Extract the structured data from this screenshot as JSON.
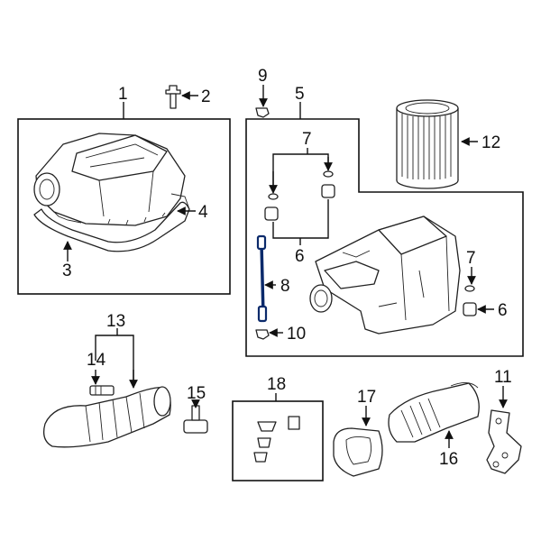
{
  "callouts": [
    {
      "id": "c1",
      "text": "1"
    },
    {
      "id": "c2",
      "text": "2"
    },
    {
      "id": "c3",
      "text": "3"
    },
    {
      "id": "c4",
      "text": "4"
    },
    {
      "id": "c5",
      "text": "5"
    },
    {
      "id": "c6a",
      "text": "6"
    },
    {
      "id": "c6b",
      "text": "6"
    },
    {
      "id": "c7a",
      "text": "7"
    },
    {
      "id": "c7b",
      "text": "7"
    },
    {
      "id": "c8",
      "text": "8"
    },
    {
      "id": "c9",
      "text": "9"
    },
    {
      "id": "c10",
      "text": "10"
    },
    {
      "id": "c11",
      "text": "11"
    },
    {
      "id": "c12",
      "text": "12"
    },
    {
      "id": "c13",
      "text": "13"
    },
    {
      "id": "c14",
      "text": "14"
    },
    {
      "id": "c15",
      "text": "15"
    },
    {
      "id": "c16",
      "text": "16"
    },
    {
      "id": "c17",
      "text": "17"
    },
    {
      "id": "c18",
      "text": "18"
    }
  ],
  "colors": {
    "line": "#111111",
    "highlight": "#0b2a6b",
    "background": "#ffffff"
  }
}
